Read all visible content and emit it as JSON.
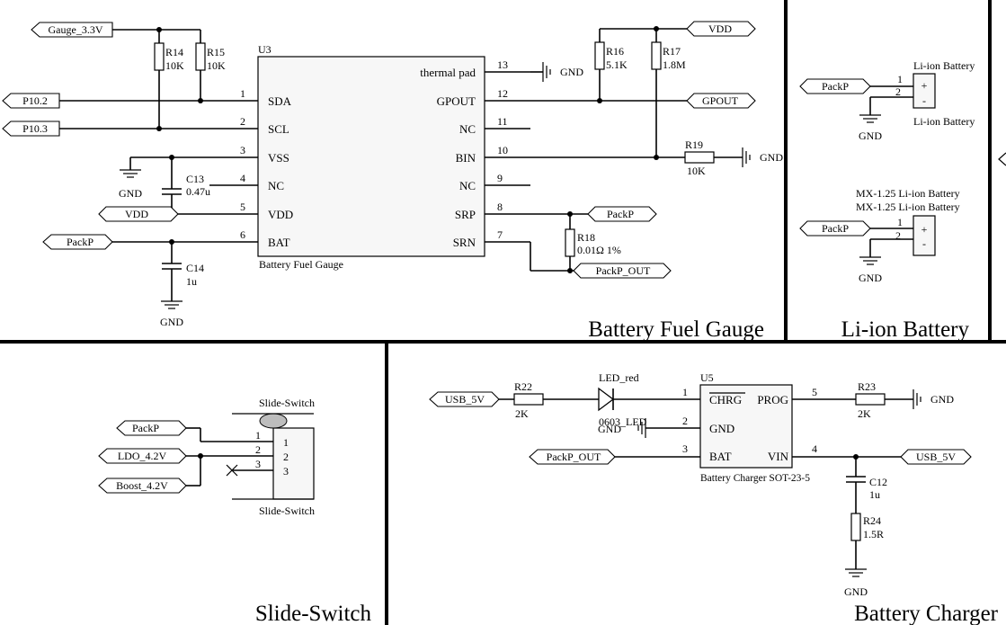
{
  "fuel_gauge": {
    "title": "Battery Fuel Gauge",
    "ic_ref": "U3",
    "ic_name": "Battery Fuel Gauge",
    "left_pins": [
      {
        "num": "1",
        "name": "SDA"
      },
      {
        "num": "2",
        "name": "SCL"
      },
      {
        "num": "3",
        "name": "VSS"
      },
      {
        "num": "4",
        "name": "NC"
      },
      {
        "num": "5",
        "name": "VDD"
      },
      {
        "num": "6",
        "name": "BAT"
      }
    ],
    "right_pins": [
      {
        "num": "13",
        "name": "thermal pad"
      },
      {
        "num": "12",
        "name": "GPOUT"
      },
      {
        "num": "11",
        "name": "NC"
      },
      {
        "num": "10",
        "name": "BIN"
      },
      {
        "num": "9",
        "name": "NC"
      },
      {
        "num": "8",
        "name": "SRP"
      },
      {
        "num": "7",
        "name": "SRN"
      }
    ],
    "ports": {
      "gauge_3v3": "Gauge_3.3V",
      "p10_2": "P10.2",
      "p10_3": "P10.3",
      "vdd_in": "VDD",
      "packp_in": "PackP",
      "vdd_top": "VDD",
      "gpout": "GPOUT",
      "packp_srp": "PackP",
      "packp_out": "PackP_OUT"
    },
    "r14": {
      "ref": "R14",
      "val": "10K"
    },
    "r15": {
      "ref": "R15",
      "val": "10K"
    },
    "r16": {
      "ref": "R16",
      "val": "5.1K"
    },
    "r17": {
      "ref": "R17",
      "val": "1.8M"
    },
    "r18": {
      "ref": "R18",
      "val": "0.01Ω 1%"
    },
    "r19": {
      "ref": "R19",
      "val": "10K"
    },
    "c13": {
      "ref": "C13",
      "val": "0.47u"
    },
    "c14": {
      "ref": "C14",
      "val": "1u"
    },
    "gnd": "GND"
  },
  "liion": {
    "title": "Li-ion Battery",
    "conn1_name": "Li-ion Battery",
    "conn1_name2": "Li-ion Battery",
    "conn2_name": "MX-1.25 Li-ion Battery",
    "conn2_name2": "MX-1.25 Li-ion Battery",
    "packp": "PackP",
    "pin1": "1",
    "pin2": "2",
    "plus": "+",
    "minus": "-",
    "gnd": "GND"
  },
  "slide": {
    "title": "Slide-Switch",
    "name_top": "Slide-Switch",
    "name_bottom": "Slide-Switch",
    "ports": {
      "packp": "PackP",
      "ldo": "LDO_4.2V",
      "boost": "Boost_4.2V"
    },
    "pins": [
      "1",
      "2",
      "3"
    ]
  },
  "charger": {
    "title": "Battery Charger",
    "ic_ref": "U5",
    "ic_name": "Battery Charger SOT-23-5",
    "pins": [
      {
        "num": "1",
        "name": "CHRG"
      },
      {
        "num": "2",
        "name": "GND"
      },
      {
        "num": "3",
        "name": "BAT"
      },
      {
        "num": "5",
        "name": "PROG"
      },
      {
        "num": "4",
        "name": "VIN"
      }
    ],
    "led_ref": "LED_red",
    "led_pkg": "0603_LED",
    "gnd_overlap": "GND",
    "r22": {
      "ref": "R22",
      "val": "2K"
    },
    "r23": {
      "ref": "R23",
      "val": "2K"
    },
    "r24": {
      "ref": "R24",
      "val": "1.5R"
    },
    "c12": {
      "ref": "C12",
      "val": "1u"
    },
    "ports": {
      "usb_left": "USB_5V",
      "usb_right": "USB_5V",
      "packp_out": "PackP_OUT"
    },
    "gnd": "GND"
  }
}
